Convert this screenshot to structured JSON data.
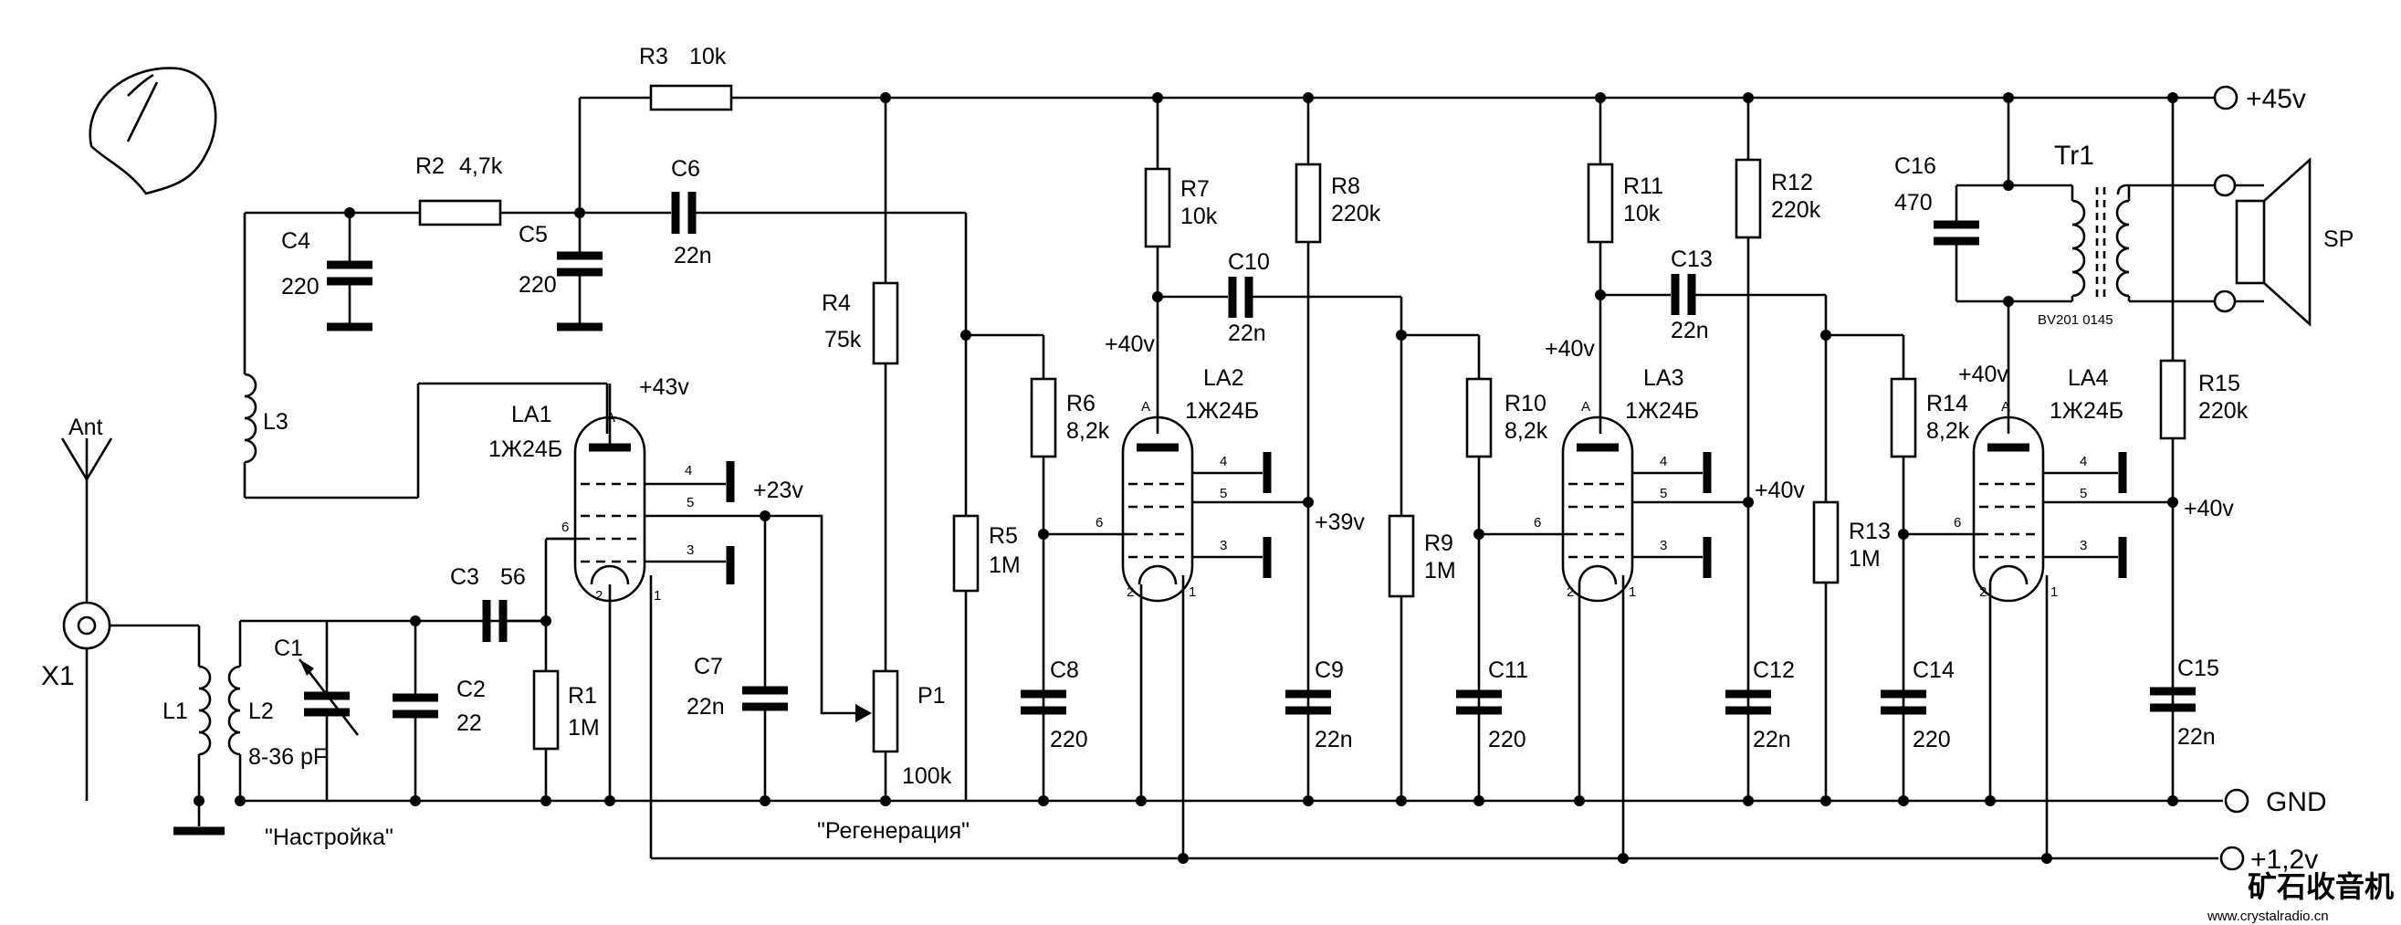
{
  "rails": {
    "plus45": "+45v",
    "gnd": "GND",
    "plus12": "+1,2v"
  },
  "antenna": "Ant",
  "connector": "X1",
  "inductors": {
    "l1": "L1",
    "l2": "L2",
    "l3": "L3"
  },
  "tuning_cap": {
    "name": "C1",
    "value": "8-36 pF"
  },
  "caps": {
    "c2": {
      "name": "C2",
      "value": "22"
    },
    "c3": {
      "name": "C3",
      "value": "56"
    },
    "c4": {
      "name": "C4",
      "value": "220"
    },
    "c5": {
      "name": "C5",
      "value": "220"
    },
    "c6": {
      "name": "C6",
      "value": "22n"
    },
    "c7": {
      "name": "C7",
      "value": "22n"
    },
    "c8": {
      "name": "C8",
      "value": "220"
    },
    "c9": {
      "name": "C9",
      "value": "22n"
    },
    "c10": {
      "name": "C10",
      "value": "22n"
    },
    "c11": {
      "name": "C11",
      "value": "220"
    },
    "c12": {
      "name": "C12",
      "value": "22n"
    },
    "c13": {
      "name": "C13",
      "value": "22n"
    },
    "c14": {
      "name": "C14",
      "value": "220"
    },
    "c15": {
      "name": "C15",
      "value": "22n"
    },
    "c16": {
      "name": "C16",
      "value": "470"
    }
  },
  "resistors": {
    "r1": {
      "name": "R1",
      "value": "1M"
    },
    "r2": {
      "name": "R2",
      "value": "4,7k"
    },
    "r3": {
      "name": "R3",
      "value": "10k"
    },
    "r4": {
      "name": "R4",
      "value": "75k"
    },
    "r5": {
      "name": "R5",
      "value": "1M"
    },
    "r6": {
      "name": "R6",
      "value": "8,2k"
    },
    "r7": {
      "name": "R7",
      "value": "10k"
    },
    "r8": {
      "name": "R8",
      "value": "220k"
    },
    "r9": {
      "name": "R9",
      "value": "1M"
    },
    "r10": {
      "name": "R10",
      "value": "8,2k"
    },
    "r11": {
      "name": "R11",
      "value": "10k"
    },
    "r12": {
      "name": "R12",
      "value": "220k"
    },
    "r13": {
      "name": "R13",
      "value": "1M"
    },
    "r14": {
      "name": "R14",
      "value": "8,2k"
    },
    "r15": {
      "name": "R15",
      "value": "220k"
    }
  },
  "pot": {
    "name": "P1",
    "value": "100k"
  },
  "tubes": {
    "la1": {
      "name": "LA1",
      "type": "1Ж24Б"
    },
    "la2": {
      "name": "LA2",
      "type": "1Ж24Б"
    },
    "la3": {
      "name": "LA3",
      "type": "1Ж24Б"
    },
    "la4": {
      "name": "LA4",
      "type": "1Ж24Б"
    }
  },
  "pins": {
    "a": "A",
    "p1": "1",
    "p2": "2",
    "p3": "3",
    "p4": "4",
    "p5": "5",
    "p6": "6"
  },
  "voltages": {
    "la1_anode": "+43v",
    "la1_screen": "+23v",
    "la2_anode": "+40v",
    "la2_screen": "+39v",
    "la3_anode": "+40v",
    "la3_screen": "+40v",
    "la4_anode": "+40v",
    "la4_screen": "+40v"
  },
  "transformer": {
    "name": "Tr1",
    "part": "BV201 0145"
  },
  "speaker": "SP",
  "captions": {
    "tuning": "\"Настройка\"",
    "regen": "\"Регенерация\""
  },
  "watermark": {
    "title": "矿石收音机",
    "url": "www.crystalradio.cn"
  }
}
